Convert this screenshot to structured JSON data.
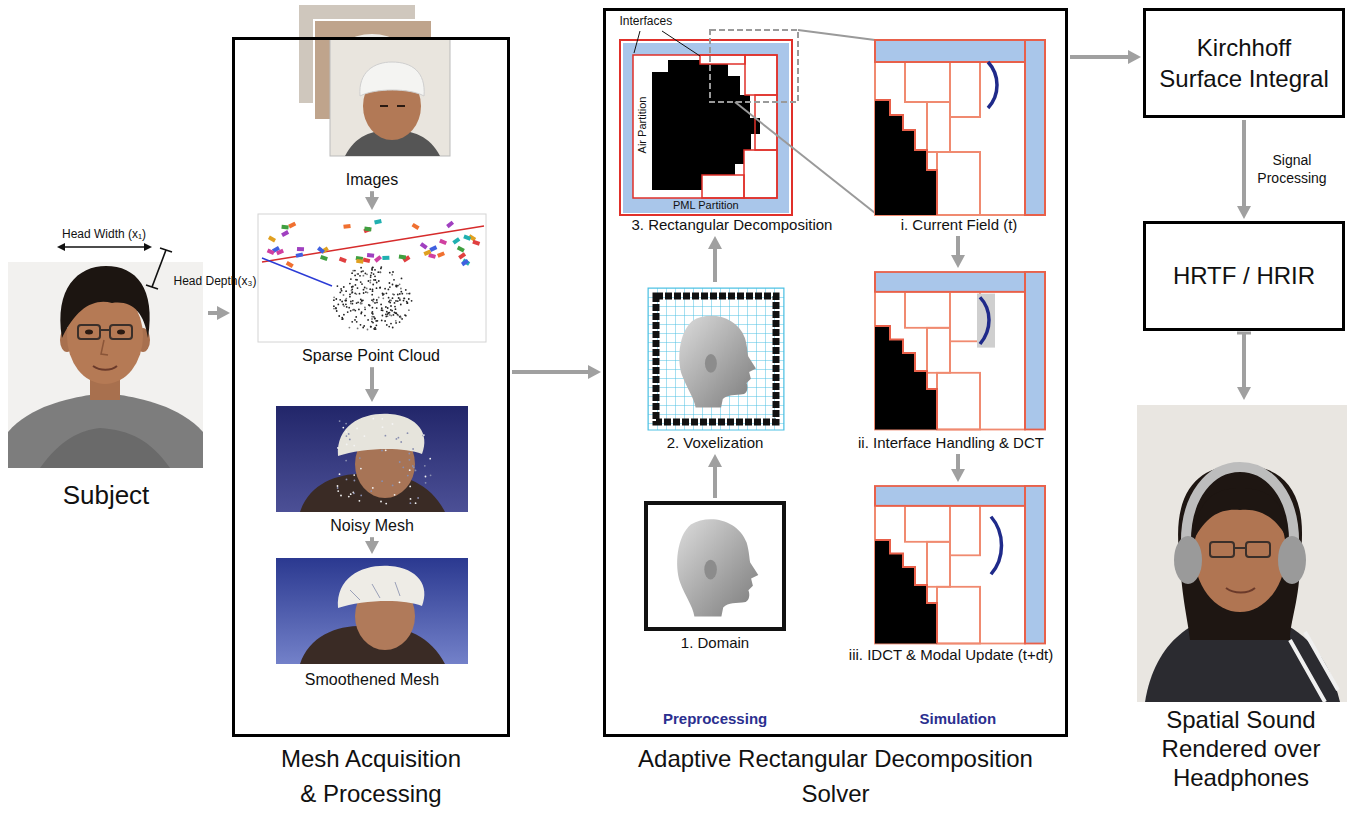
{
  "diagram": {
    "nodes": [
      {
        "text": [
          "Subject"
        ]
      },
      {
        "text": [
          "Mesh Acquisition & Processing"
        ]
      },
      {
        "text": [
          "Images"
        ],
        "in": 1
      },
      {
        "text": [
          "Sparse Point Cloud"
        ],
        "in": 1
      },
      {
        "text": [
          "Noisy Mesh"
        ],
        "in": 1
      },
      {
        "text": [
          "Smoothened Mesh"
        ],
        "in": 1
      },
      {
        "text": [
          "Adaptive Rectangular Decomposition Solver"
        ]
      },
      {
        "text": [
          "1. Domain"
        ],
        "in": 6
      },
      {
        "text": [
          "2. Voxelization"
        ],
        "in": 6
      },
      {
        "text": [
          "3. Rectangular Decomposition"
        ],
        "in": 6
      },
      {
        "text": [
          "i. Current Field (t)"
        ],
        "in": 6
      },
      {
        "text": [
          "ii. Interface Handling & DCT"
        ],
        "in": 6
      },
      {
        "text": [
          "iii. IDCT & Modal Update (t+dt)"
        ],
        "in": 6
      },
      {
        "text": [
          "Kirchhoff Surface Integral"
        ]
      },
      {
        "text": [
          "HRTF / HRIR"
        ]
      },
      {
        "text": [
          "Spatial Sound Rendered over Headphones"
        ]
      }
    ],
    "edges": [
      {
        "from": 0,
        "to": 1,
        "arrow": "to"
      },
      {
        "from": 2,
        "to": 3,
        "arrow": "to"
      },
      {
        "from": 3,
        "to": 4,
        "arrow": "to"
      },
      {
        "from": 4,
        "to": 5,
        "arrow": "to"
      },
      {
        "from": 1,
        "to": 6,
        "arrow": "to"
      },
      {
        "from": 7,
        "to": 8,
        "arrow": "to"
      },
      {
        "from": 8,
        "to": 9,
        "arrow": "to"
      },
      {
        "from": 10,
        "to": 11,
        "arrow": "to"
      },
      {
        "from": 11,
        "to": 12,
        "arrow": "to"
      },
      {
        "from": 6,
        "to": 13,
        "arrow": "to"
      },
      {
        "from": 13,
        "to": 14,
        "label": "Signal Processing",
        "arrow": "to"
      },
      {
        "from": 14,
        "to": 15,
        "arrow": "to"
      }
    ],
    "labels": [
      "Head Width (x₁)",
      "Head Depth(x₃)",
      "Interfaces",
      "Air Partition",
      "PML Partition",
      "Preprocessing",
      "Simulation"
    ]
  }
}
